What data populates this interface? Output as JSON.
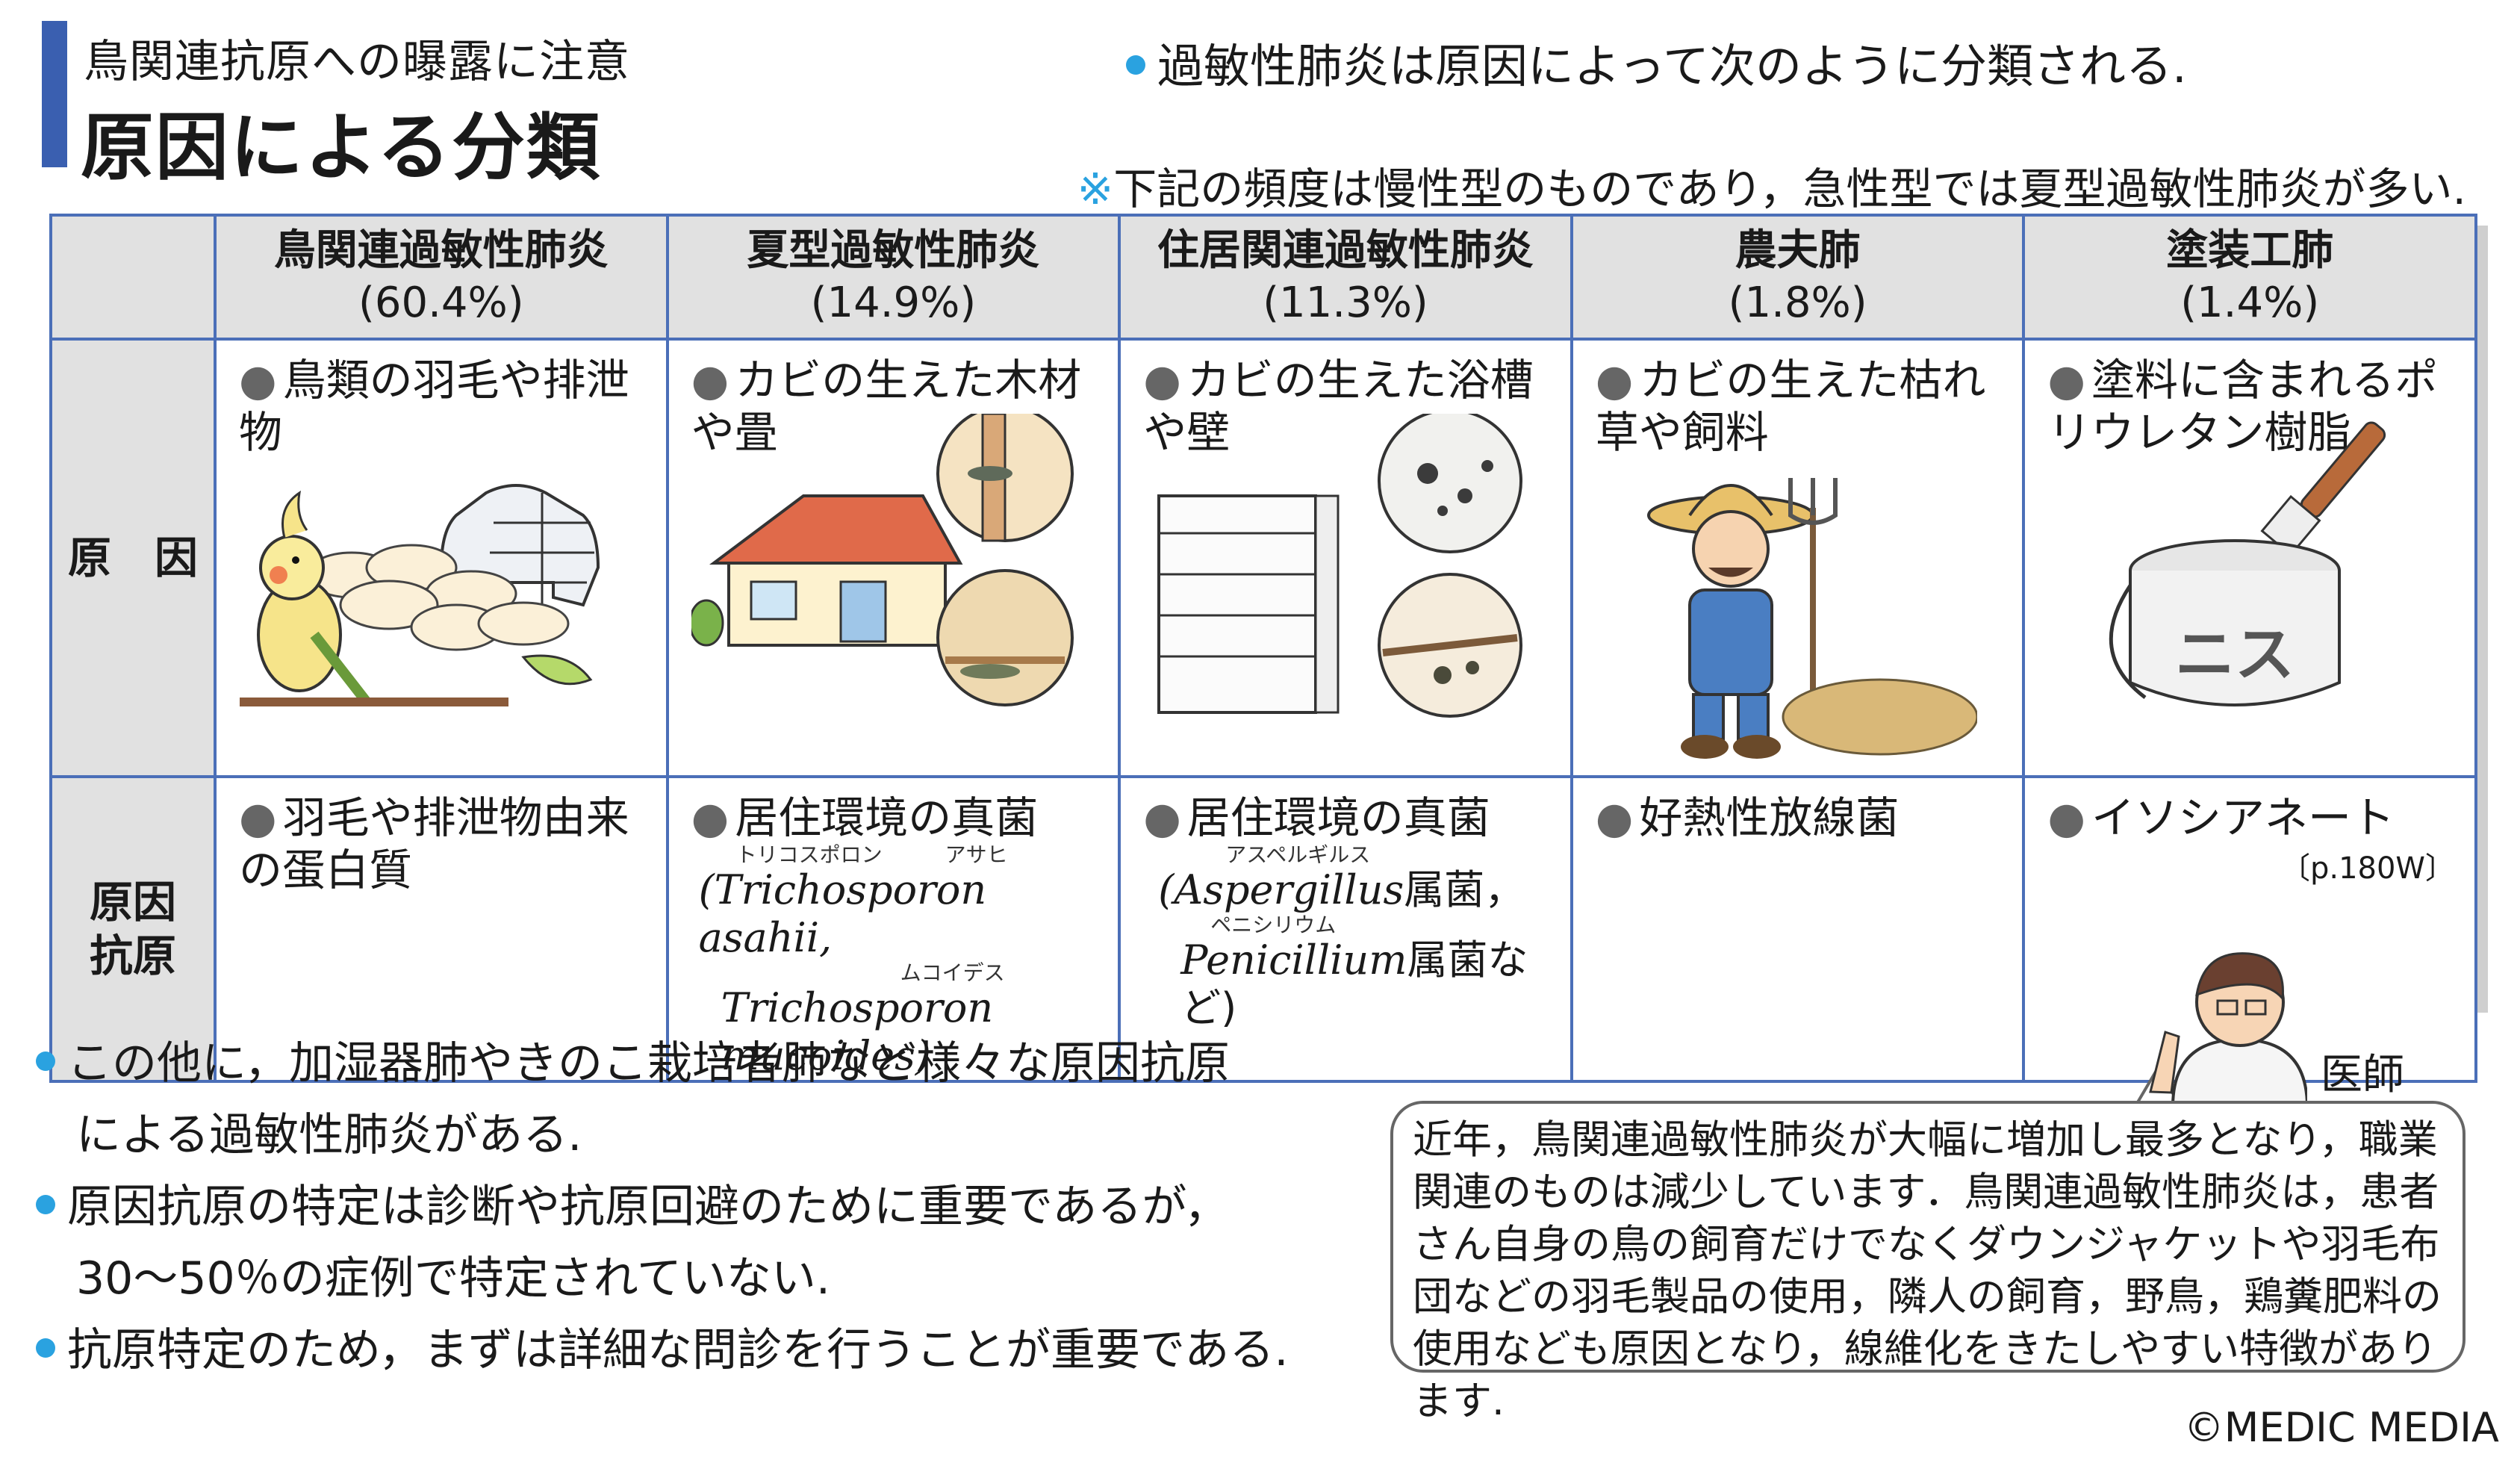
{
  "header": {
    "subtitle": "鳥関連抗原への曝露に注意",
    "title": "原因による分類",
    "intro": "過敏性肺炎は原因によって次のように分類される.",
    "note": "下記の頻度は慢性型のものであり，急性型では夏型過敏性肺炎が多い."
  },
  "table": {
    "row_headers": {
      "cause": "原　因",
      "antigen_l1": "原因",
      "antigen_l2": "抗原"
    },
    "columns": [
      {
        "name": "鳥関連過敏性肺炎",
        "pct": "(60.4%)",
        "cause": "鳥類の羽毛や排泄物",
        "antigen": "羽毛や排泄物由来の蛋白質"
      },
      {
        "name": "夏型過敏性肺炎",
        "pct": "(14.9%)",
        "cause": "カビの生えた木材や畳",
        "antigen": "居住環境の真菌"
      },
      {
        "name": "住居関連過敏性肺炎",
        "pct": "(11.3%)",
        "cause": "カビの生えた浴槽や壁",
        "antigen": "居住環境の真菌"
      },
      {
        "name": "農夫肺",
        "pct": "(1.8%)",
        "cause": "カビの生えた枯れ草や飼料",
        "antigen": "好熱性放線菌"
      },
      {
        "name": "塗装工肺",
        "pct": "(1.4%)",
        "cause": "塗料に含まれるポリウレタン樹脂",
        "antigen": "イソシアネート"
      }
    ],
    "summer": {
      "ruby1": "トリコスポロン　　　アサヒ",
      "org1": "(Trichosporon asahii,",
      "ruby2": "ムコイデス",
      "org2": "Trichosporon mucoides)"
    },
    "house": {
      "ruby1": "アスペルギルス",
      "org1a": "(Aspergillus",
      "org1b": "属菌，",
      "ruby2": "ペニシリウム",
      "org2a": "Penicillium",
      "org2b": "属菌など)"
    },
    "painter_ref": "〔p.180W〕",
    "can_label": "ニス"
  },
  "bottom": {
    "b1_l1": "この他に，加湿器肺やきのこ栽培者肺など様々な原因抗原",
    "b1_l2": "による過敏性肺炎がある.",
    "b2_l1": "原因抗原の特定は診断や抗原回避のために重要であるが，",
    "b2_l2": "30～50％の症例で特定されていない.",
    "b3": "抗原特定のため，まずは詳細な問診を行うことが重要である."
  },
  "doctor": {
    "label": "医師",
    "speech": "近年，鳥関連過敏性肺炎が大幅に増加し最多となり，職業関連のものは減少しています．鳥関連過敏性肺炎は，患者さん自身の鳥の飼育だけでなくダウンジャケットや羽毛布団などの羽毛製品の使用，隣人の飼育，野鳥，鶏糞肥料の使用なども原因となり，線維化をきたしやすい特徴があります."
  },
  "copyright": "©MEDIC MEDIA",
  "colors": {
    "accent": "#3a5fb0",
    "bullet": "#2aa2e0",
    "header_bg": "#e1e1e1"
  }
}
